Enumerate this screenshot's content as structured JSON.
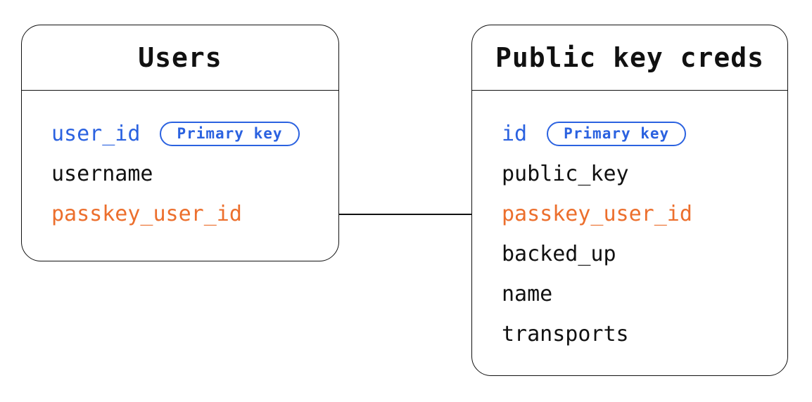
{
  "diagram": {
    "tables": [
      {
        "title": "Users",
        "fields": [
          {
            "name": "user_id",
            "color": "blue",
            "badge": "Primary key"
          },
          {
            "name": "username",
            "color": "default",
            "badge": null
          },
          {
            "name": "passkey_user_id",
            "color": "orange",
            "badge": null
          }
        ]
      },
      {
        "title": "Public key creds",
        "fields": [
          {
            "name": "id",
            "color": "blue",
            "badge": "Primary key"
          },
          {
            "name": "public_key",
            "color": "default",
            "badge": null
          },
          {
            "name": "passkey_user_id",
            "color": "orange",
            "badge": null
          },
          {
            "name": "backed_up",
            "color": "default",
            "badge": null
          },
          {
            "name": "name",
            "color": "default",
            "badge": null
          },
          {
            "name": "transports",
            "color": "default",
            "badge": null
          }
        ]
      }
    ],
    "relationship": {
      "from": "Users.passkey_user_id",
      "to": "Public key creds.passkey_user_id"
    },
    "colors": {
      "primary_key_text": "#2b62e0",
      "foreign_key_text": "#ec6f2d",
      "text": "#111111",
      "border": "#111111",
      "background": "#ffffff"
    }
  }
}
